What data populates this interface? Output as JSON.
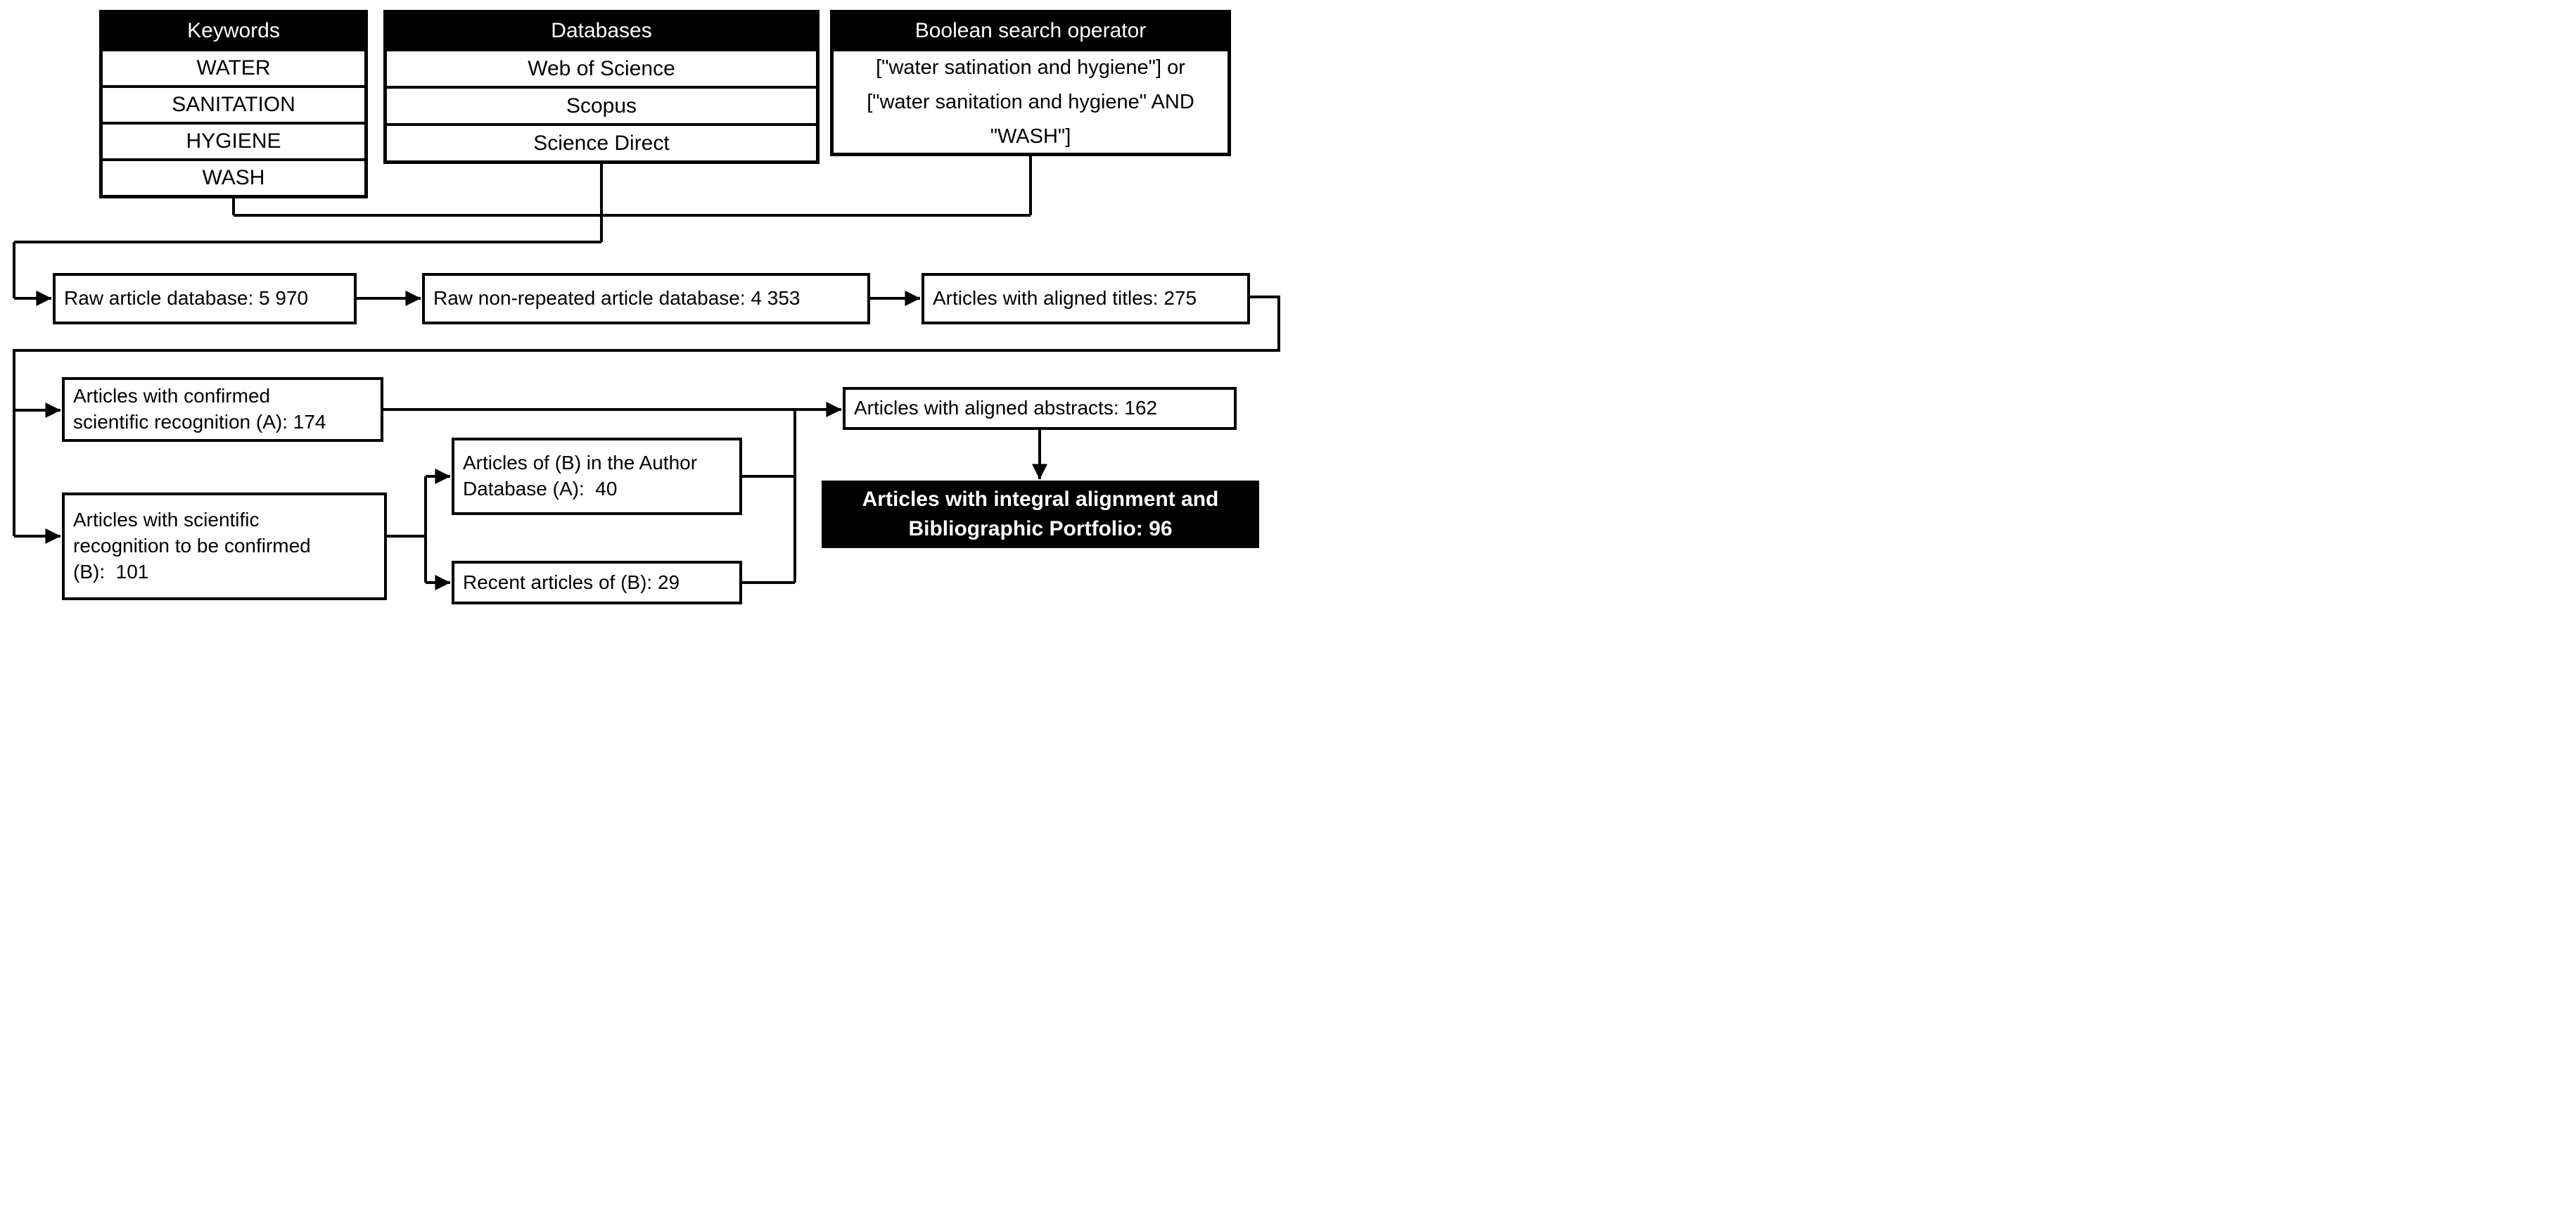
{
  "tables": {
    "keywords": {
      "title": "Keywords",
      "rows": [
        "WATER",
        "SANITATION",
        "HYGIENE",
        "WASH"
      ]
    },
    "databases": {
      "title": "Databases",
      "rows": [
        "Web of Science",
        "Scopus",
        "Science Direct"
      ]
    },
    "boolean": {
      "title": "Boolean search operator",
      "body": "[\"water satination and hygiene\"] or\n[\"water sanitation and hygiene\" AND\n\"WASH\"]"
    }
  },
  "flow": {
    "raw_database": "Raw article database: 5 970",
    "non_repeated": "Raw non-repeated article database: 4 353",
    "aligned_titles": "Articles with aligned titles: 275",
    "confirmed_recognition": "Articles with confirmed\nscientific recognition (A): 174",
    "to_be_confirmed": "Articles with scientific\nrecognition to be confirmed\n(B):  101",
    "author_database": "Articles of (B) in the Author\nDatabase (A):  40",
    "recent_articles": "Recent articles of (B): 29",
    "aligned_abstracts": "Articles with aligned abstracts: 162",
    "final_portfolio": "Articles with integral alignment and\nBibliographic Portfolio: 96"
  },
  "colors": {
    "line": "#000000",
    "header_bg": "#000000",
    "header_text": "#ffffff",
    "final_bg": "#000000",
    "final_text": "#ffffff",
    "background": "#ffffff"
  }
}
